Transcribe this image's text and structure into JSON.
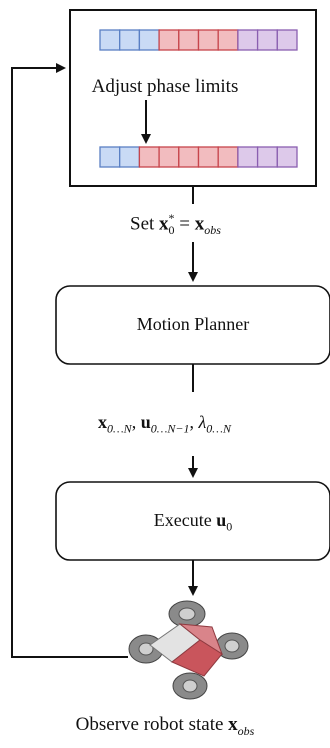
{
  "phase_box": {
    "title": "Adjust phase limits",
    "colors": {
      "blue": "#c9daf5",
      "blue_edge": "#5a7fc4",
      "red": "#f2bcbf",
      "red_edge": "#c7454c",
      "purple": "#ddc9ea",
      "purple_edge": "#8a5fb0"
    }
  },
  "set_label": {
    "prefix": "Set ",
    "x": "x",
    "sub0": "0",
    "star": "*",
    "eq": " = ",
    "x2": "x",
    "obs": "obs"
  },
  "motion_planner": {
    "label": "Motion Planner"
  },
  "outputs": {
    "x": "x",
    "x_sub": "0…N",
    "sep1": ", ",
    "u": "u",
    "u_sub": "0…N−1",
    "sep2": ", ",
    "lambda": "λ",
    "lambda_sub": "0…N"
  },
  "execute": {
    "prefix": "Execute ",
    "u": "u",
    "u_sub": "0"
  },
  "observe": {
    "prefix": "Observe robot state ",
    "x": "x",
    "obs": "obs"
  }
}
